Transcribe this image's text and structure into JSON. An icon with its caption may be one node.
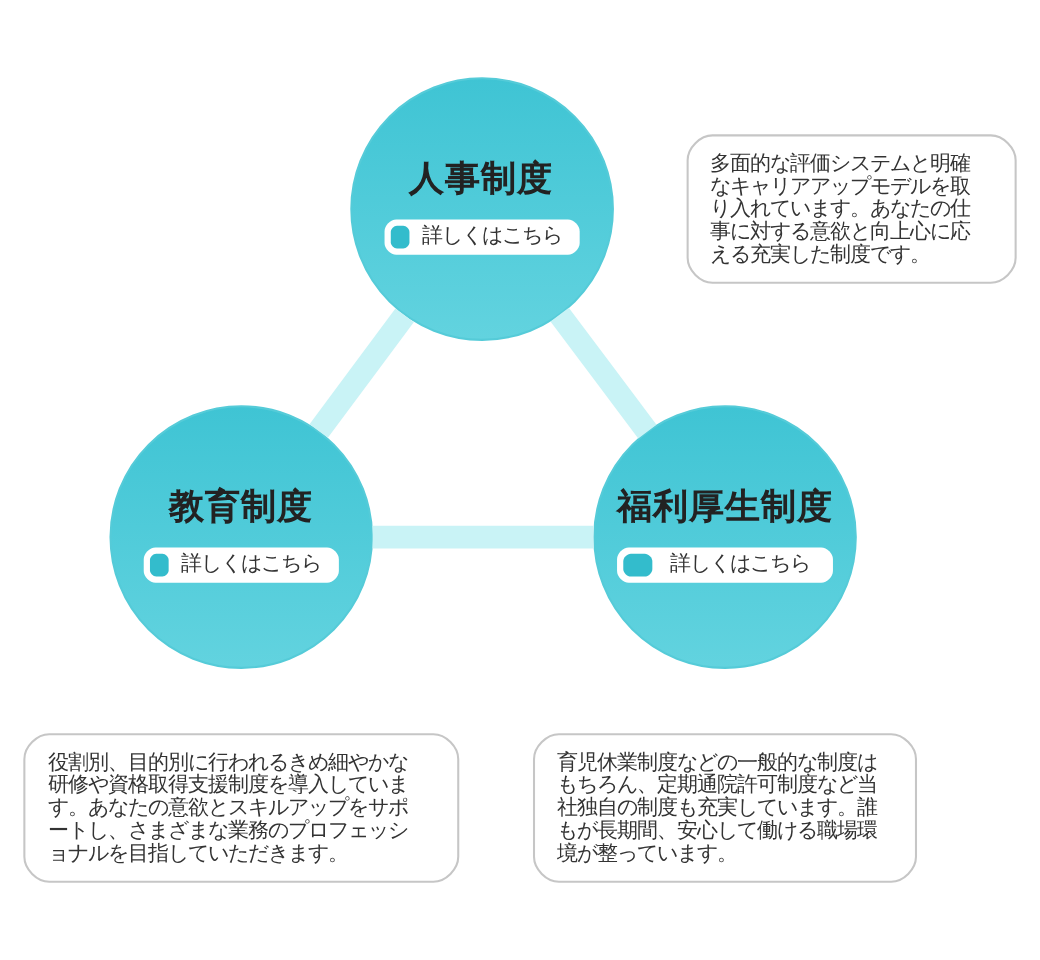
{
  "diagram": {
    "nodes": [
      {
        "text": [
          "多面的な評価システムと明確なキャリアアップモデルを取り入れています。あなたの仕事に対する意欲と向上心に応える充実した制度です。"
        ]
      },
      {
        "text": [
          "人事制度",
          "詳しくはこちら"
        ]
      },
      {
        "text": [
          "教育制度",
          "詳しくはこちら"
        ]
      },
      {
        "text": [
          "福利厚生制度",
          "詳しくはこちら"
        ]
      },
      {
        "text": [
          "役割別、目的別に行われるきめ細やかな研修や資格取得支援制度を導入しています。あなたの意欲とスキルアップをサポートし、さまざまな業務のプロフェッショナルを目指していただきます。"
        ]
      },
      {
        "text": [
          "育児休業制度などの一般的な制度はもちろん、定期通院許可制度など当社独自の制度も充実しています。誰もが長期間、安心して働ける職場環境が整っています。"
        ]
      }
    ],
    "edges": [
      {
        "from": 1,
        "to": 2,
        "arrow": "none"
      },
      {
        "from": 2,
        "to": 3,
        "arrow": "none"
      },
      {
        "from": 3,
        "to": 1,
        "arrow": "none"
      }
    ]
  }
}
